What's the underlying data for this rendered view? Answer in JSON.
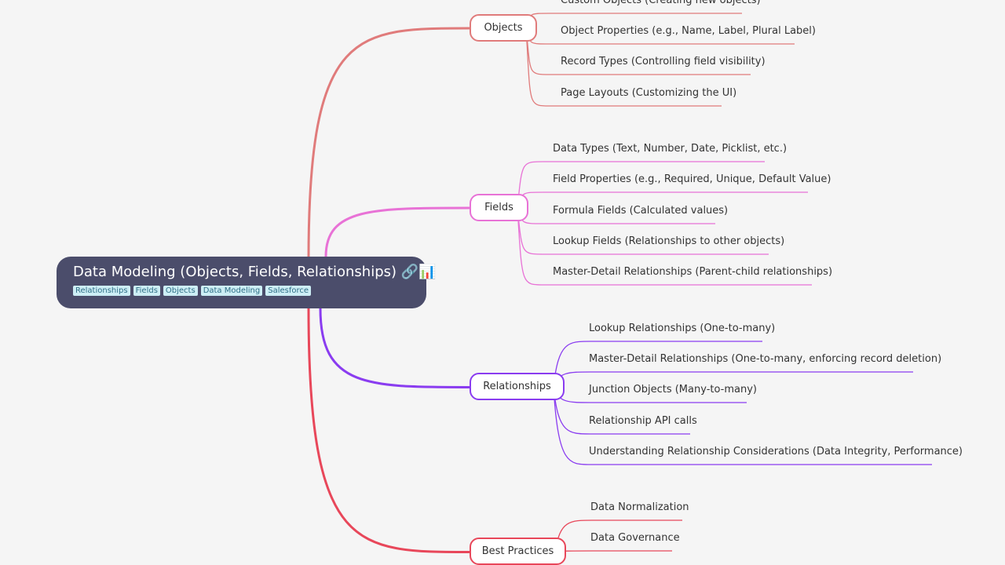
{
  "root": {
    "title": "Data Modeling (Objects, Fields, Relationships)",
    "icons": [
      "link-icon",
      "bar-chart-icon"
    ],
    "tags": [
      "Relationships",
      "Fields",
      "Objects",
      "Data Modeling",
      "Salesforce"
    ]
  },
  "branches": [
    {
      "label": "Objects",
      "color": "#e07b7b",
      "leaves": [
        "Custom Objects (Creating new objects)",
        "Object Properties (e.g., Name, Label, Plural Label)",
        "Record Types (Controlling field visibility)",
        "Page Layouts (Customizing the UI)"
      ]
    },
    {
      "label": "Fields",
      "color": "#e872d6",
      "leaves": [
        "Data Types (Text, Number, Date, Picklist, etc.)",
        "Field Properties (e.g., Required, Unique, Default Value)",
        "Formula Fields (Calculated values)",
        "Lookup Fields (Relationships to other objects)",
        "Master-Detail Relationships (Parent-child relationships)"
      ]
    },
    {
      "label": "Relationships",
      "color": "#8a3cf0",
      "leaves": [
        "Lookup Relationships (One-to-many)",
        "Master-Detail Relationships (One-to-many, enforcing record deletion)",
        "Junction Objects (Many-to-many)",
        "Relationship API calls",
        "Understanding Relationship Considerations (Data Integrity, Performance)"
      ]
    },
    {
      "label": "Best Practices",
      "color": "#e8475a",
      "leaves": [
        "Data Normalization",
        "Data Governance"
      ]
    }
  ]
}
